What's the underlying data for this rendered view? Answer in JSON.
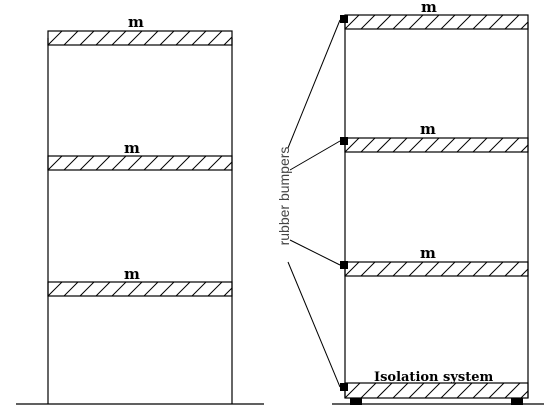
{
  "colors": {
    "line": "#000000",
    "background": "#ffffff",
    "annotation_text": "#444444"
  },
  "left_frame": {
    "slab_labels": [
      "m",
      "m",
      "m"
    ]
  },
  "right_frame": {
    "slab_labels": [
      "m",
      "m",
      "m"
    ],
    "base_label": "Isolation system"
  },
  "annotation": {
    "bumper_label": "rubber bumpers"
  }
}
